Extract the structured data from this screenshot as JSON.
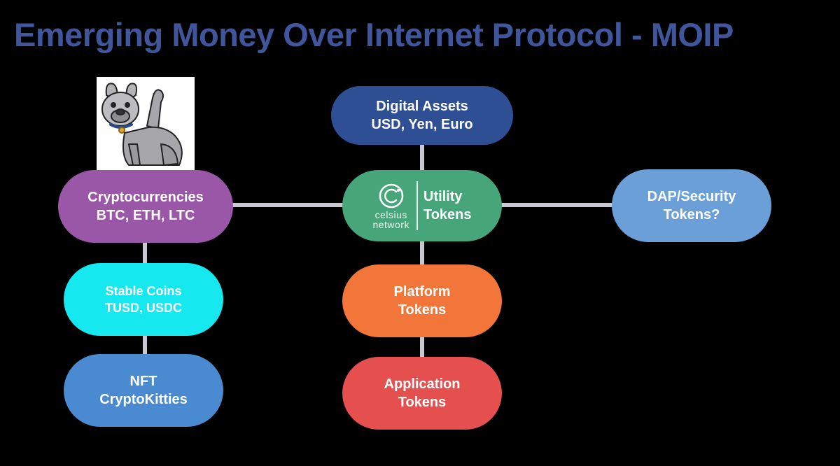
{
  "title": "Emerging Money Over Internet Protocol - MOIP",
  "nodes": {
    "digital_assets": {
      "line1": "Digital Assets",
      "line2": "USD, Yen, Euro"
    },
    "cryptocurrencies": {
      "line1": "Cryptocurrencies",
      "line2": "BTC, ETH, LTC"
    },
    "utility": {
      "logo_line1": "celsius",
      "logo_line2": "network",
      "line1": "Utility",
      "line2": "Tokens"
    },
    "dap_security": {
      "line1": "DAP/Security",
      "line2": "Tokens?"
    },
    "stable_coins": {
      "line1": "Stable Coins",
      "line2": "TUSD, USDC"
    },
    "platform": {
      "line1": "Platform",
      "line2": "Tokens"
    },
    "nft": {
      "line1": "NFT",
      "line2": "CryptoKitties"
    },
    "application": {
      "line1": "Application",
      "line2": "Tokens"
    }
  },
  "colors": {
    "title": "#3f569c",
    "digital_assets": "#2f4f94",
    "cryptocurrencies": "#9a57a8",
    "utility": "#46a579",
    "dap_security": "#6b9fd8",
    "stable_coins": "#16e8f0",
    "platform": "#f2753a",
    "nft": "#4a8ad0",
    "application": "#e5504f",
    "connector": "#c8c8d0"
  },
  "icons": {
    "logo": "celsius-logo-icon",
    "mascot": "french-bulldog-icon"
  }
}
